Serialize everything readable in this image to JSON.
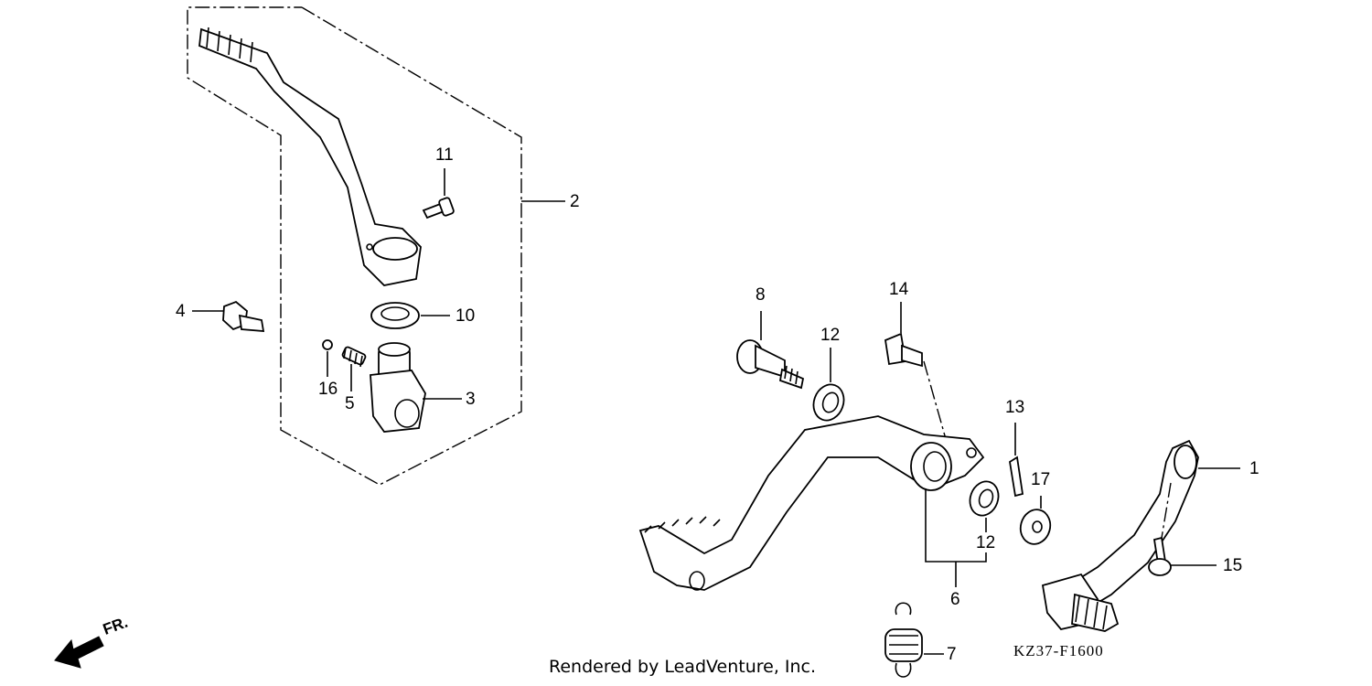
{
  "callouts": {
    "c1": "1",
    "c2": "2",
    "c3": "3",
    "c4": "4",
    "c5": "5",
    "c6": "6",
    "c7": "7",
    "c8": "8",
    "c10": "10",
    "c11": "11",
    "c12a": "12",
    "c12b": "12",
    "c13": "13",
    "c14": "14",
    "c15": "15",
    "c16": "16",
    "c17": "17"
  },
  "footer": {
    "credit": "Rendered by LeadVenture, Inc.",
    "part_code": "KZ37-F1600"
  },
  "direction": {
    "label": "FR."
  }
}
